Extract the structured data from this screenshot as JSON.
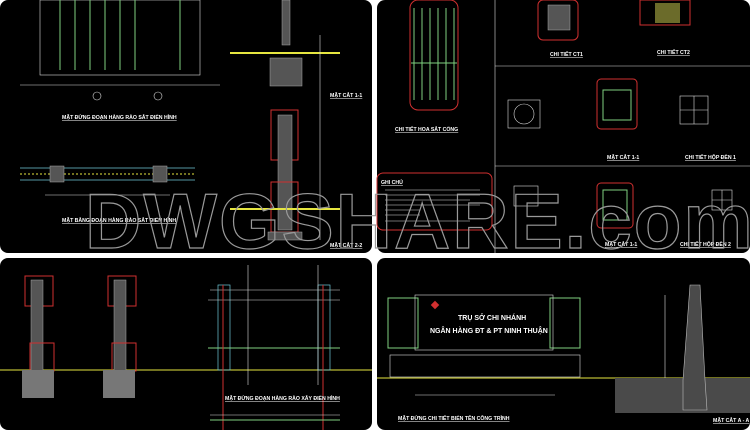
{
  "panels": {
    "top_left": {
      "elevation_title": "MẶT ĐỨNG ĐOẠN HÀNG RÀO SẮT ĐIỂN HÌNH",
      "plan_title": "MẶT BẰNG ĐOẠN HÀNG RÀO SẮT ĐIỂN HÌNH",
      "section_1_title": "MẶT CẮT 1-1",
      "section_2_title": "MẶT CẮT 2-2"
    },
    "top_right": {
      "gate_detail_title": "CHI TIẾT HOA SẮT CỔNG",
      "ct1_title": "CHI TIẾT CT1",
      "ct2_title": "CHI TIẾT CT2",
      "section_a_title": "MẶT CẮT 1-1",
      "lightbox_1_title": "CHI TIẾT HỘP ĐÈN 1",
      "notes_title": "GHI CHÚ",
      "section_b_title": "MẶT CẮT 1-1",
      "lightbox_2_title": "CHI TIẾT HỘP ĐÈN 2"
    },
    "bottom_left": {
      "masonry_title": "MẶT ĐỨNG ĐOẠN HÀNG RÀO XÂY ĐIỂN HÌNH"
    },
    "bottom_right": {
      "sign_line_1": "TRỤ SỞ CHI NHÁNH",
      "sign_line_2": "NGÂN HÀNG ĐT & PT NINH THUẬN",
      "sign_elevation_title": "MẶT ĐỨNG CHI TIẾT BIỂN TÊN CÔNG TRÌNH",
      "section_aa_title": "MẶT CẮT A - A"
    }
  },
  "watermark": "DWGSHARE.com",
  "colors": {
    "background": "#000000",
    "ground_line": "#e6e640",
    "detail_frame": "#d03030",
    "steel": "#7fd17f"
  }
}
